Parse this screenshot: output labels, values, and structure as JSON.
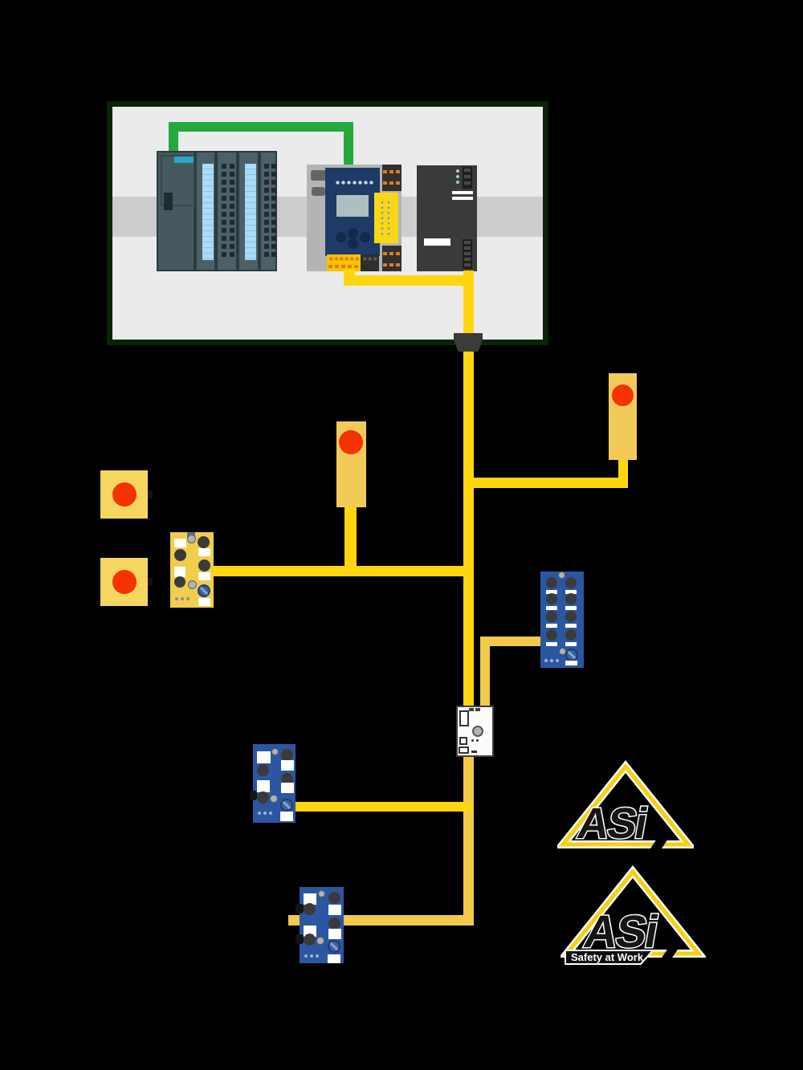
{
  "logos": {
    "asi": {
      "text": "ASi"
    },
    "asi_safety": {
      "text": "ASi",
      "banner_text": "Safety at Work"
    }
  },
  "colors": {
    "background": "#000000",
    "cabinet_fill": "#ebebeb",
    "cabinet_border": "#0b2307",
    "din_rail": "#cdcdcd",
    "ethernet_green": "#23a93d",
    "cable_yellow_bright": "#ffd60e",
    "cable_yellow_muted": "#f3c94a",
    "device_yellow": "#f2ca58",
    "estop_red": "#f53202",
    "module_blue": "#2b57a2",
    "gateway_panel_blue": "#1e3a66",
    "gateway_accent_yellow": "#f8d814",
    "logo_yellow": "#f6cf12"
  },
  "components": [
    {
      "id": "control-cabinet",
      "type": "enclosure"
    },
    {
      "id": "din-rail",
      "type": "mounting-rail"
    },
    {
      "id": "siemens-plc",
      "type": "plc"
    },
    {
      "id": "asi-gateway",
      "type": "gateway-safety-monitor"
    },
    {
      "id": "power-supply",
      "type": "psu"
    },
    {
      "id": "ethernet-cable",
      "type": "green-cable"
    },
    {
      "id": "cable-gland",
      "type": "feedthrough"
    },
    {
      "id": "emergency-stop-1",
      "type": "e-stop"
    },
    {
      "id": "emergency-stop-2",
      "type": "e-stop"
    },
    {
      "id": "estop-station-mid",
      "type": "e-stop-column"
    },
    {
      "id": "estop-station-right",
      "type": "e-stop-column"
    },
    {
      "id": "asi-module-yellow",
      "type": "field-module"
    },
    {
      "id": "asi-module-blue-right",
      "type": "io-module"
    },
    {
      "id": "asi-module-blue-left",
      "type": "io-module"
    },
    {
      "id": "asi-module-blue-bottom",
      "type": "io-module"
    },
    {
      "id": "asi-extender",
      "type": "repeater"
    },
    {
      "id": "asi-logo",
      "type": "logo"
    },
    {
      "id": "asi-safety-logo",
      "type": "logo"
    }
  ]
}
